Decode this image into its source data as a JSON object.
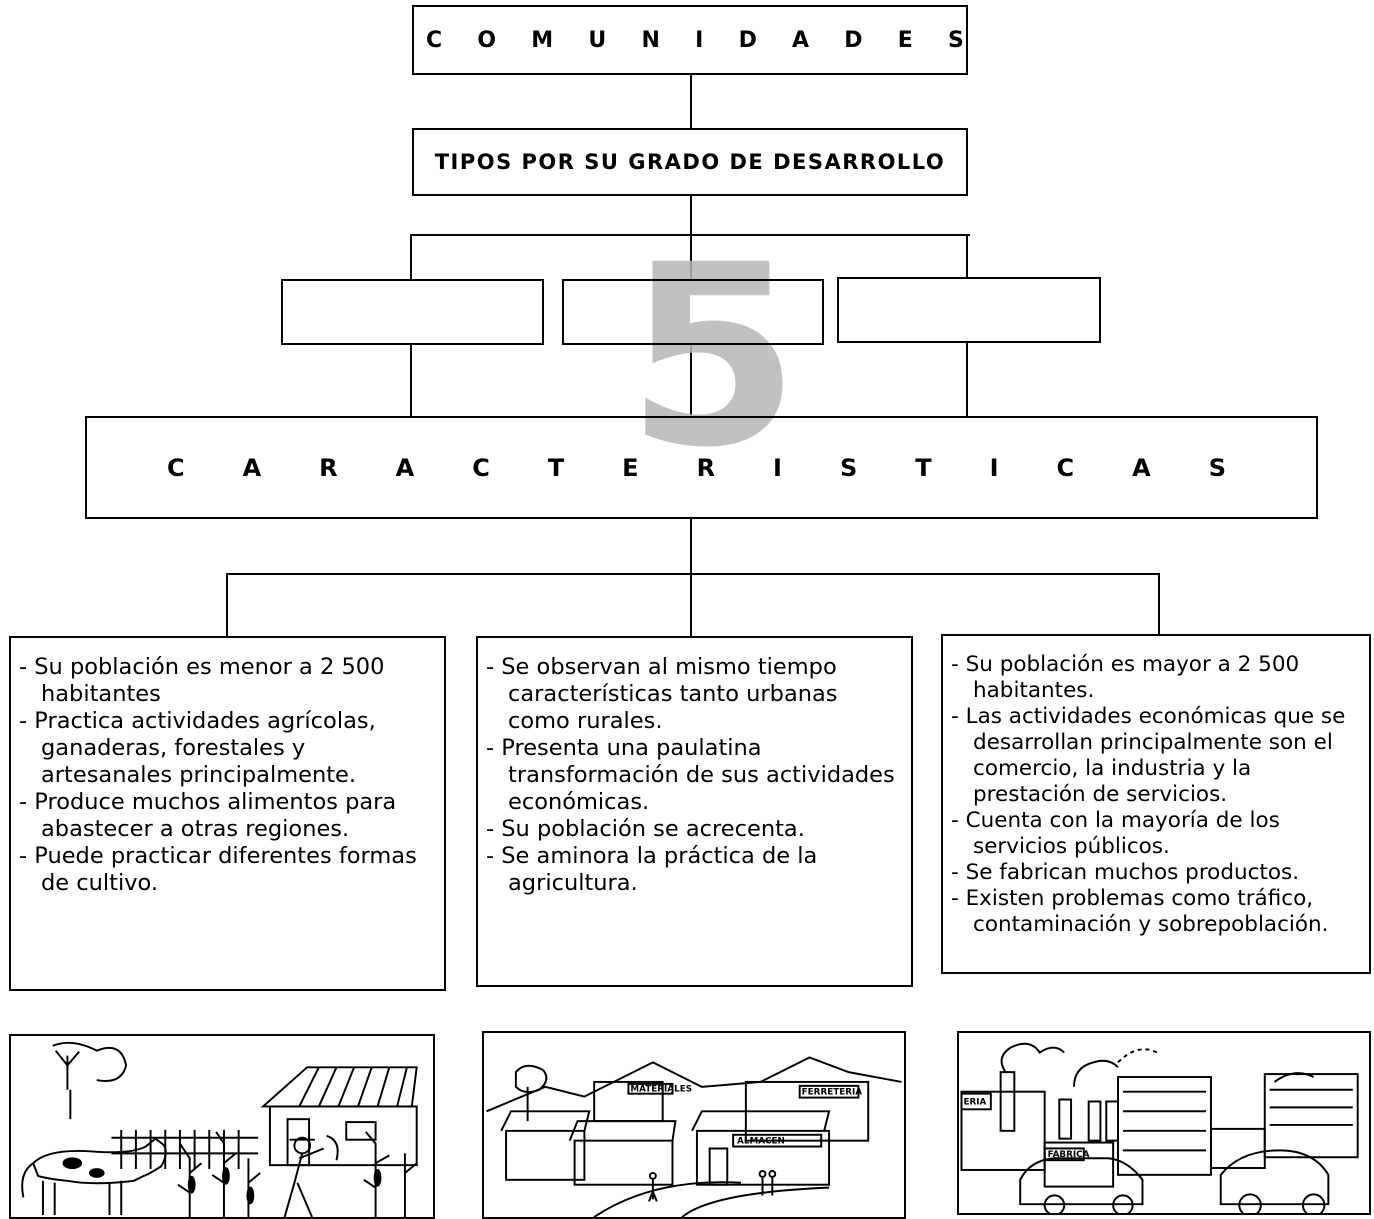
{
  "root": {
    "letters": [
      "C",
      "O",
      "M",
      "U",
      "N",
      "I",
      "D",
      "A",
      "D",
      "E",
      "S"
    ]
  },
  "types_header": {
    "label": "TIPOS POR SU GRADO DE DESARROLLO"
  },
  "type_boxes": [
    "",
    "",
    ""
  ],
  "watermark": {
    "text": "5"
  },
  "characteristics_header": {
    "letters": [
      "C",
      "A",
      "R",
      "A",
      "C",
      "T",
      "E",
      "R",
      "I",
      "S",
      "T",
      "I",
      "C",
      "A",
      "S"
    ]
  },
  "columns": [
    {
      "items": [
        "- Su población es menor a 2 500 habitantes",
        "- Practica actividades agrícolas, ganaderas, forestales y artesanales principalmente.",
        "- Produce muchos alimentos para abastecer a otras regiones.",
        "- Puede practicar diferentes formas de cultivo."
      ]
    },
    {
      "items": [
        "- Se observan al mismo tiempo características tanto urbanas como rurales.",
        "- Presenta una paulatina transformación de sus actividades económicas.",
        "- Su población se acrecenta.",
        "- Se aminora la práctica de la agricultura."
      ]
    },
    {
      "items": [
        "- Su población es mayor a 2 500 habitantes.",
        "- Las actividades económicas que se desarrollan principalmente son el comercio, la industria y la prestación de servicios.",
        "- Cuenta con la mayoría de los servicios públicos.",
        "- Se fabrican muchos productos.",
        "- Existen problemas como tráfico, contaminación y sobrepoblación."
      ]
    }
  ],
  "illustrations": {
    "signs": {
      "materiales": "MATERIALES",
      "ferreteria": "FERRETERIA",
      "almacen": "ALMACEN",
      "eria": "ERIA",
      "fabrica": "FABRICA"
    }
  }
}
